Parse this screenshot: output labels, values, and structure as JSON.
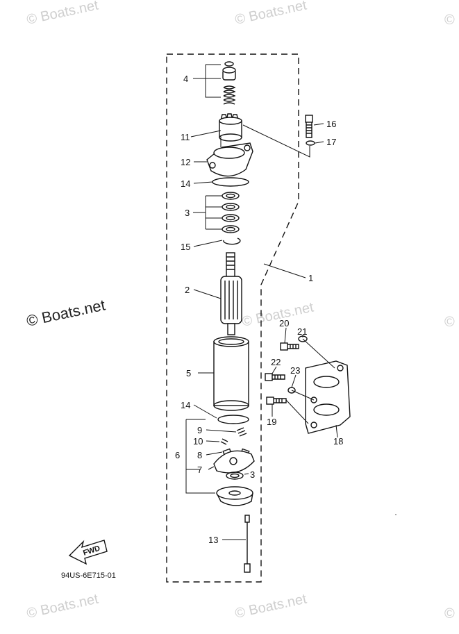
{
  "watermarks": [
    "© Boats.net",
    "© Boats.net",
    "© Boats.net",
    "© Boats.net",
    "© Boats.net",
    "© Boats.net"
  ],
  "callouts": [
    "1",
    "2",
    "3",
    "3",
    "4",
    "5",
    "6",
    "7",
    "8",
    "9",
    "10",
    "11",
    "12",
    "13",
    "14",
    "14",
    "15",
    "16",
    "17",
    "18",
    "19",
    "20",
    "21",
    "22",
    "23"
  ],
  "fwd_label": "FWD",
  "drawing_code": "94US-6E715-01"
}
